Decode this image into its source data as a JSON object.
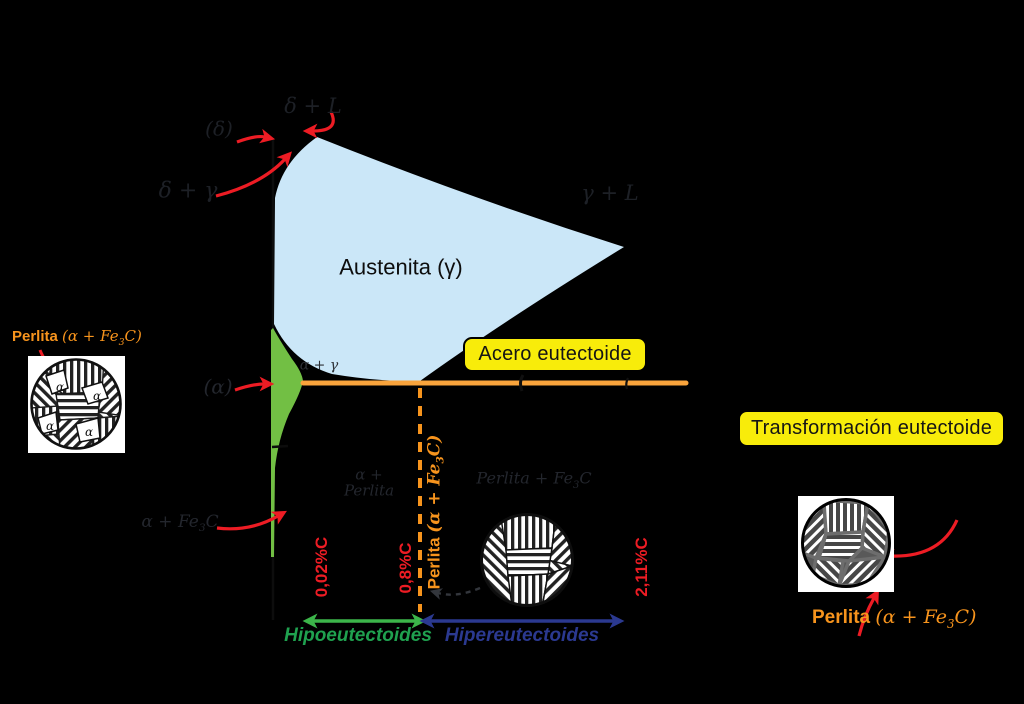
{
  "title": "Diagrama hierro-carbono: transformación eutectoide",
  "labels": {
    "delta_l": "δ + L",
    "delta": "(δ)",
    "delta_gamma": "δ + γ",
    "gamma_l": "γ + L",
    "austenita": "Austenita (γ)",
    "alpha_gamma": "α + γ",
    "alpha": "(α)",
    "alpha_perlita_l1": "α +",
    "alpha_perlita_l2": "Perlita",
    "perlita_fe3c": {
      "pre": "Perlita + Fe",
      "sub": "3",
      "post": "C"
    },
    "alpha_fe3c": {
      "pre": "α + Fe",
      "sub": "3",
      "post": "C"
    }
  },
  "callouts": {
    "acero": "Acero eutectoide",
    "transformacion": "Transformación eutectoide"
  },
  "compositions": {
    "c_ferrite": "0,02%C",
    "c_eutectoid": "0,8%C",
    "c_max": "2,11%C"
  },
  "ranges": {
    "hipo": "Hipoeutectoides",
    "hiper": "Hipereutectoides"
  },
  "perlita_label": {
    "bold": "Perlita ",
    "pre": "(α + Fe",
    "sub": "3",
    "post": "C)"
  },
  "micro": {
    "alpha_grain": "α"
  },
  "colors": {
    "background": "#000000",
    "austenite_fill": "#cbe7f8",
    "ferrite_fill": "#72bf44",
    "eutectoid_line": "#f9a43c",
    "orange_accent": "#f7941d",
    "callout_yellow": "#f8ec0a",
    "red_accent": "#ed1c24",
    "hipo_green": "#1fa14f",
    "hiper_blue": "#2b3990"
  }
}
